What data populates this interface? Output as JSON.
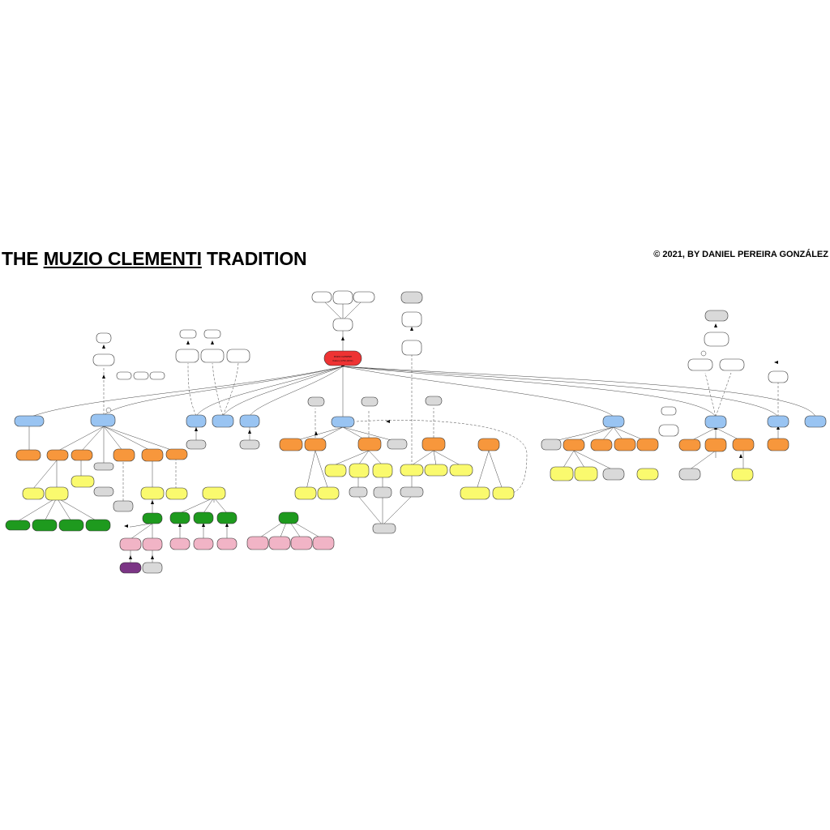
{
  "header": {
    "title_prefix": "THE ",
    "title_name": "MUZIO CLEMENTI",
    "title_suffix": " TRADITION",
    "copyright": "© 2021, BY DANIEL PEREIRA GONZÁLEZ"
  },
  "legend_colors": {
    "root": "#ee3333",
    "teacher_of_clementi": "#ffffff",
    "student_gen1": "#99c4f2",
    "student_gen2": "#f7973c",
    "student_gen3": "#fafa6e",
    "student_gen4": "#1e9a1e",
    "student_gen5": "#f1b4c6",
    "student_gen6": "#7b3585",
    "unknown": "#d9d9d9"
  },
  "root_node": {
    "name": "MUZIO CLEMENTI",
    "dates": "Italian (1752-1832)"
  }
}
